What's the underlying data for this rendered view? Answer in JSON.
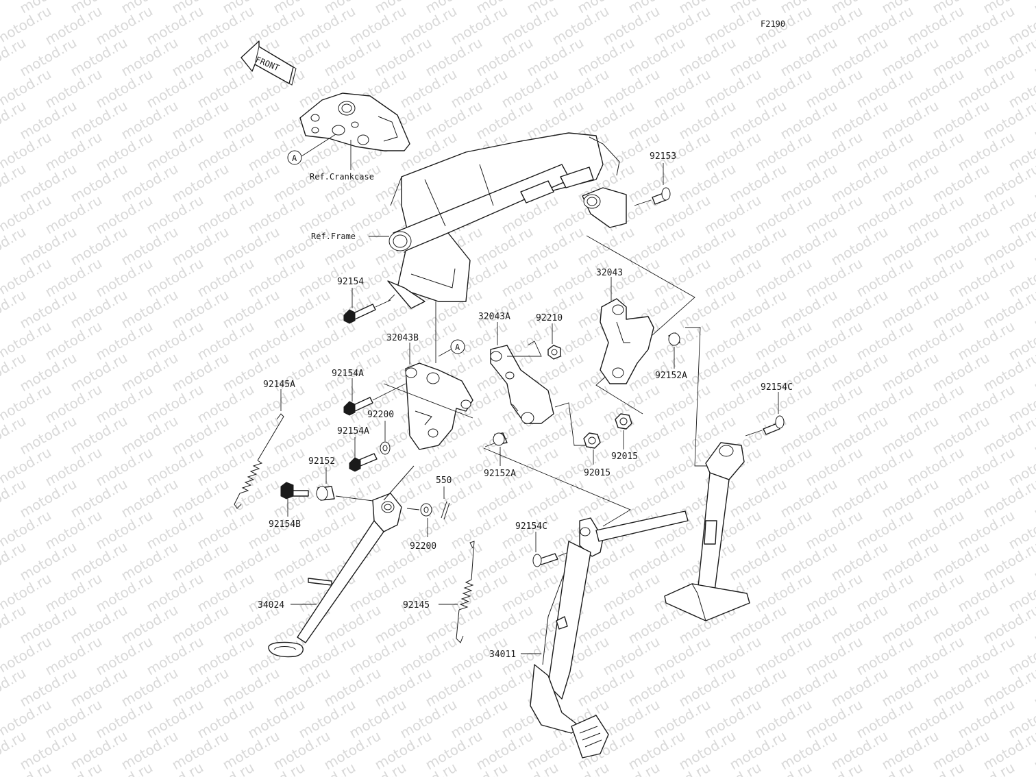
{
  "diagram": {
    "figure_code": "F2190",
    "watermark_text": "motod.ru",
    "front_arrow_label": "FRONT",
    "ref_labels": {
      "crankcase": "Ref.Crankcase",
      "frame": "Ref.Frame",
      "point_a_top": "A",
      "point_a_mid": "A"
    },
    "parts": [
      {
        "id": "92153",
        "label": "92153"
      },
      {
        "id": "92154",
        "label": "92154"
      },
      {
        "id": "32043",
        "label": "32043"
      },
      {
        "id": "32043A",
        "label": "32043A"
      },
      {
        "id": "92210",
        "label": "92210"
      },
      {
        "id": "32043B",
        "label": "32043B"
      },
      {
        "id": "92154A_1",
        "label": "92154A"
      },
      {
        "id": "92152A_right",
        "label": "92152A"
      },
      {
        "id": "92145A",
        "label": "92145A"
      },
      {
        "id": "92200_top",
        "label": "92200"
      },
      {
        "id": "92154A_2",
        "label": "92154A"
      },
      {
        "id": "92154C_right",
        "label": "92154C"
      },
      {
        "id": "92152",
        "label": "92152"
      },
      {
        "id": "92015_right",
        "label": "92015"
      },
      {
        "id": "92015_left",
        "label": "92015"
      },
      {
        "id": "550",
        "label": "550"
      },
      {
        "id": "92152A_left",
        "label": "92152A"
      },
      {
        "id": "92154B",
        "label": "92154B"
      },
      {
        "id": "92200_bottom",
        "label": "92200"
      },
      {
        "id": "92154C_left",
        "label": "92154C"
      },
      {
        "id": "34024",
        "label": "34024"
      },
      {
        "id": "92145",
        "label": "92145"
      },
      {
        "id": "34011",
        "label": "34011"
      }
    ]
  }
}
